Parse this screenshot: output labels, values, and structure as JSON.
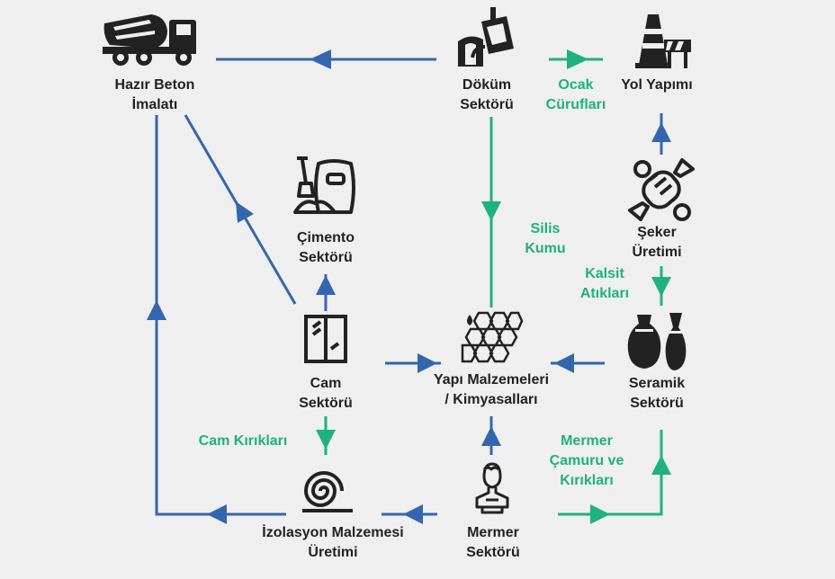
{
  "colors": {
    "blue": "#3566ad",
    "green": "#1fb17f",
    "text": "#222222",
    "background": "#efefef"
  },
  "nodes": {
    "hazir_beton": {
      "lines": [
        "Hazır Beton",
        "İmalatı"
      ],
      "icon": "concrete-mixer-truck-icon"
    },
    "dokum": {
      "lines": [
        "Döküm",
        "Sektörü"
      ],
      "icon": "foundry-ladle-icon"
    },
    "yol_yapimi": {
      "lines": [
        "Yol Yapımı"
      ],
      "icon": "road-cone-barrier-icon"
    },
    "cimento": {
      "lines": [
        "Çimento",
        "Sektörü"
      ],
      "icon": "cement-sack-shovel-icon"
    },
    "seker": {
      "lines": [
        "Şeker",
        "Üretimi"
      ],
      "icon": "candy-icon"
    },
    "cam": {
      "lines": [
        "Cam",
        "Sektörü"
      ],
      "icon": "glass-window-icon"
    },
    "yapi": {
      "lines": [
        "Yapı Malzemeleri",
        "/ Kimyasalları"
      ],
      "icon": "honeycomb-chemicals-icon"
    },
    "seramik": {
      "lines": [
        "Seramik",
        "Sektörü"
      ],
      "icon": "ceramic-vases-icon"
    },
    "izolasyon": {
      "lines": [
        "İzolasyon Malzemesi",
        "Üretimi"
      ],
      "icon": "insulation-roll-icon"
    },
    "mermer": {
      "lines": [
        "Mermer",
        "Sektörü"
      ],
      "icon": "marble-bust-icon"
    }
  },
  "flow_labels": {
    "ocak": [
      "Ocak",
      "Cürufları"
    ],
    "silis": [
      "Silis",
      "Kumu"
    ],
    "kalsit": [
      "Kalsit",
      "Atıkları"
    ],
    "cam_kiriklari": [
      "Cam Kırıkları"
    ],
    "mermer_camuru": [
      "Mermer",
      "Çamuru ve",
      "Kırıkları"
    ]
  }
}
